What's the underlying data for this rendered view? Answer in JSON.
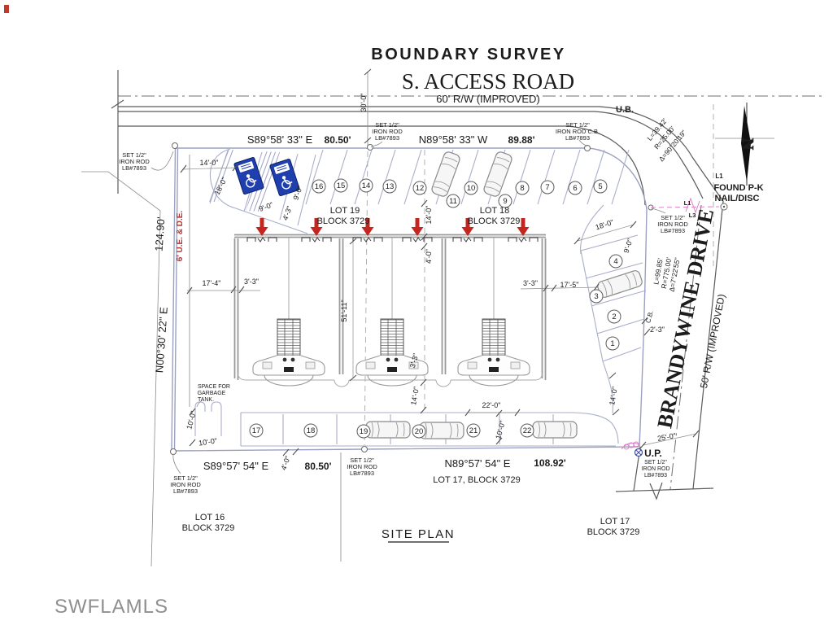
{
  "title": "BOUNDARY SURVEY",
  "site_plan": "SITE PLAN",
  "watermark": "SWFLAMLS",
  "roads": {
    "access": {
      "name": "S. ACCESS ROAD",
      "rw": "60' R/W (IMPROVED)"
    },
    "brandywine": {
      "name": "BRANDYWINE DRIVE",
      "rw": "50' R/W (IMPROVED)"
    }
  },
  "bearings": {
    "north1": {
      "bearing": "S89°58' 33\" E",
      "distance": "80.50'"
    },
    "north2": {
      "bearing": "N89°58' 33\" W",
      "distance": "89.88'"
    },
    "south1": {
      "bearing": "S89°57' 54\" E",
      "distance": "80.50'"
    },
    "south2": {
      "bearing": "N89°57' 54\" E",
      "distance": "108.92'"
    },
    "west": {
      "bearing": "N00°30' 22\" E",
      "distance": "124.90'"
    }
  },
  "curves": {
    "c1": {
      "l": "L=39.42'",
      "r": "R=25.00'",
      "d": "Δ=90°20'19\""
    },
    "c2": {
      "l": "L=99.85'",
      "r": "R=775.00'",
      "d": "Δ=7°22'55\""
    }
  },
  "easement": "6' U.E. & D.E.",
  "lots": {
    "lot19": {
      "l1": "LOT 19",
      "l2": "BLOCK 3729"
    },
    "lot18": {
      "l1": "LOT 18",
      "l2": "BLOCK 3729"
    },
    "lot16": {
      "l1": "LOT 16",
      "l2": "BLOCK 3729"
    },
    "lot17": {
      "l1": "LOT 17",
      "l2": "BLOCK 3729"
    },
    "lot17_inline": "LOT 17, BLOCK 3729"
  },
  "markers": {
    "set_rod": {
      "l1": "SET 1/2\"",
      "l2": "IRON ROD",
      "l3": "LB#7893"
    },
    "set_rod_cb": {
      "l2": "IRON ROD C.B."
    },
    "found": {
      "tag": "L1",
      "l1": "FOUND P-K",
      "l2": "NAIL/DISC"
    },
    "ub": "U.B.",
    "up": "U.P.",
    "cb": "C.B.",
    "l1": "L1",
    "l3": "L3"
  },
  "dims": {
    "d30": "30'-0\"",
    "d14": "14'-0\"",
    "d18": "18'-0\"",
    "d9": "9'-0\"",
    "d4_3": "4'-3\"",
    "d17_4": "17'-4\"",
    "d3_3": "3'-3\"",
    "d17_5": "17'-5\"",
    "d51_11": "51'-11\"",
    "d4": "4'-0\"",
    "d22": "22'-0\"",
    "d10": "10'-0\"",
    "d2_3": "2'-3\"",
    "d25": "25'-0\""
  },
  "garbage": {
    "l1": "SPACE FOR",
    "l2": "GARBAGE",
    "l3": "TANK."
  },
  "parking": {
    "north": [
      "16",
      "15",
      "14",
      "13",
      "12",
      "11",
      "10",
      "9",
      "8",
      "7",
      "6",
      "5"
    ],
    "east": [
      "4",
      "3",
      "2",
      "1"
    ],
    "south": [
      "17",
      "18",
      "19",
      "20",
      "21",
      "22"
    ]
  },
  "north_arrow": "N"
}
